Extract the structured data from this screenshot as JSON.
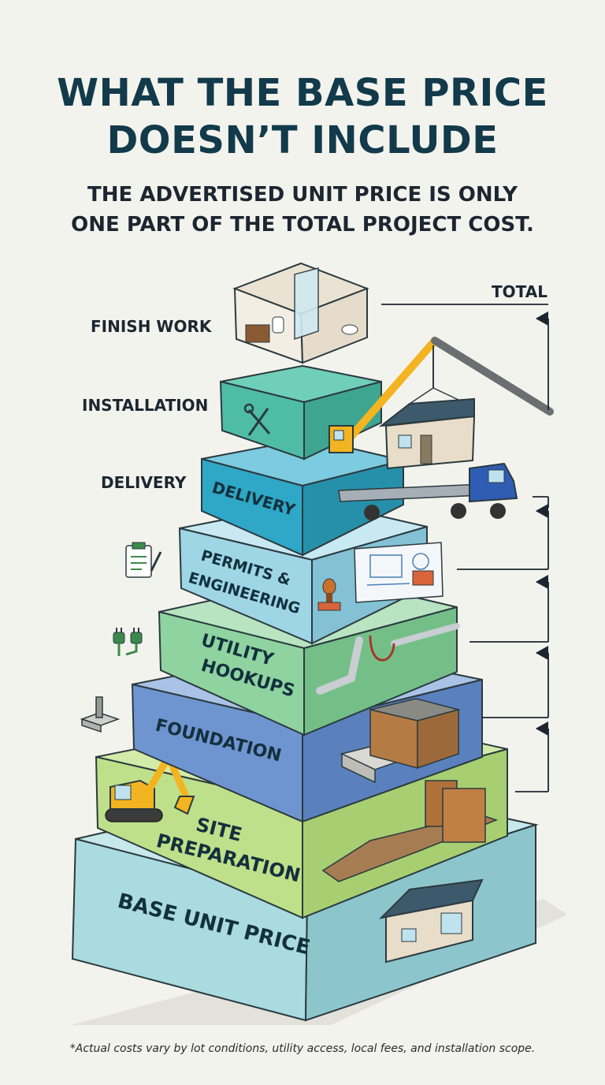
{
  "title": {
    "line1": "WHAT THE BASE PRICE",
    "line2": "DOESN’T INCLUDE"
  },
  "subtitle": {
    "line1": "THE ADVERTISED UNIT PRICE IS ONLY",
    "line2": "ONE PART OF THE TOTAL PROJECT COST."
  },
  "total_label": "TOTAL",
  "side_labels": {
    "finish_work": "FINISH WORK",
    "installation": "INSTALLATION",
    "delivery": "DELIVERY"
  },
  "layers": {
    "delivery": {
      "line1": "DELIVERY",
      "color": "#2fa7c6"
    },
    "permits": {
      "line1": "PERMITS &",
      "line2": "ENGINEERING",
      "color": "#9fd6e6"
    },
    "utility": {
      "line1": "UTILITY",
      "line2": "HOOKUPS",
      "color": "#8fd3a0"
    },
    "foundation": {
      "line1": "FOUNDATION",
      "color": "#6f95d1"
    },
    "site": {
      "line1": "SITE",
      "line2": "PREPARATION",
      "color": "#bfe08a"
    },
    "base": {
      "line1": "BASE UNIT PRICE",
      "color": "#a9dbe0"
    }
  },
  "footnote": "*Actual costs vary by lot conditions, utility access, local fees, and installation scope.",
  "icons": [
    "clipboard-icon",
    "plug-icon",
    "post-icon",
    "wrench-screwdriver-icon",
    "excavator-icon",
    "crane-icon",
    "truck-icon",
    "house-icon",
    "stamp-icon",
    "blueprint-icon",
    "pipe-icon",
    "formwork-icon",
    "bathroom-icon"
  ]
}
